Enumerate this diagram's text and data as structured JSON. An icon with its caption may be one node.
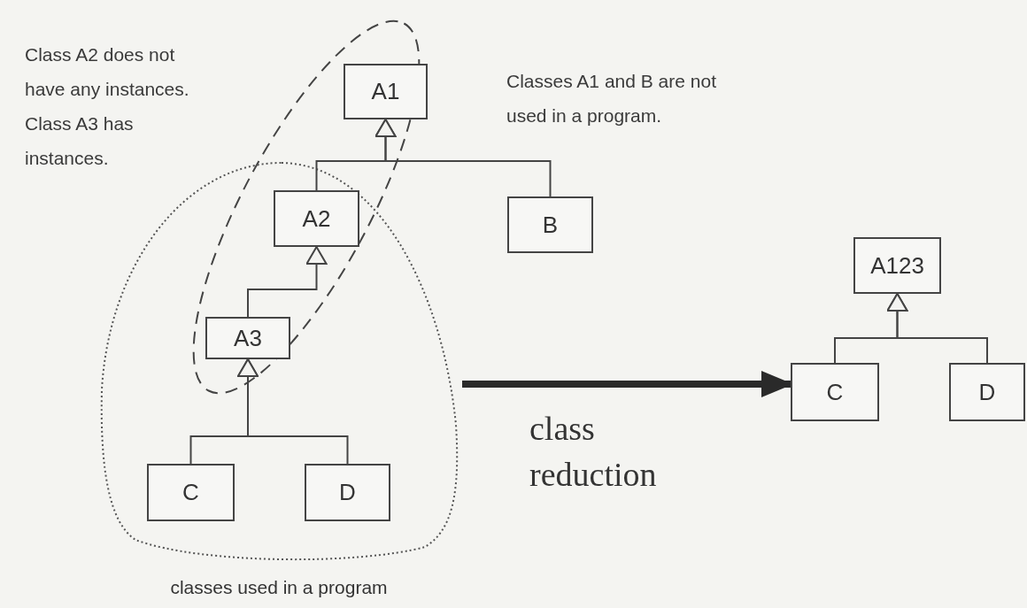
{
  "diagram": {
    "nodes": [
      {
        "text": [],
        "shape": "ellipse"
      },
      {
        "text": [
          "A1"
        ],
        "in": 0
      },
      {
        "text": [
          "classes used in a program"
        ]
      },
      {
        "text": [
          "A2"
        ]
      },
      {
        "text": [
          "B"
        ]
      },
      {
        "text": [
          "A3"
        ]
      },
      {
        "text": [
          "C"
        ],
        "in": 2
      },
      {
        "text": [
          "D"
        ],
        "in": 2
      },
      {
        "text": [
          "A123"
        ]
      },
      {
        "text": [
          "C"
        ]
      },
      {
        "text": [
          "D"
        ]
      }
    ],
    "edges": [
      {
        "from": 3,
        "to": 1,
        "arrow": "to"
      },
      {
        "from": 4,
        "to": 1,
        "arrow": "to"
      },
      {
        "from": 5,
        "to": 3,
        "arrow": "to"
      },
      {
        "from": 6,
        "to": 5,
        "arrow": "to"
      },
      {
        "from": 7,
        "to": 5,
        "arrow": "to"
      },
      {
        "from": 2,
        "to": 9,
        "arrow": "to",
        "label": "class reduction",
        "style": "thick"
      },
      {
        "from": 9,
        "to": 8,
        "arrow": "to"
      },
      {
        "from": 10,
        "to": 8,
        "arrow": "to"
      }
    ],
    "labels": [
      "Class A2 does not have any instances. Class A3 has instances.",
      "Classes A1 and B are not used in a program."
    ]
  }
}
